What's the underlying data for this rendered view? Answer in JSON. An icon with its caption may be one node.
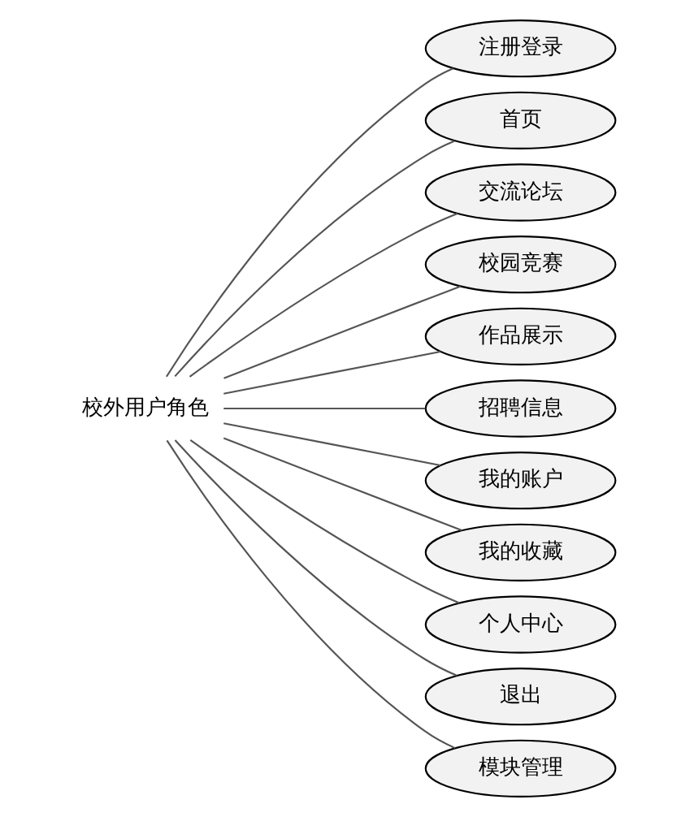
{
  "diagram": {
    "nodes": [
      {
        "text": [
          "校外用户角色"
        ]
      },
      {
        "text": [
          "注册登录"
        ]
      },
      {
        "text": [
          "首页"
        ]
      },
      {
        "text": [
          "交流论坛"
        ]
      },
      {
        "text": [
          "校园竞赛"
        ]
      },
      {
        "text": [
          "作品展示"
        ]
      },
      {
        "text": [
          "招聘信息"
        ]
      },
      {
        "text": [
          "我的账户"
        ]
      },
      {
        "text": [
          "我的收藏"
        ]
      },
      {
        "text": [
          "个人中心"
        ]
      },
      {
        "text": [
          "退出"
        ]
      },
      {
        "text": [
          "模块管理"
        ]
      }
    ],
    "edges": [
      {
        "from": 0,
        "to": 1,
        "arrow": "none"
      },
      {
        "from": 0,
        "to": 2,
        "arrow": "none"
      },
      {
        "from": 0,
        "to": 3,
        "arrow": "none"
      },
      {
        "from": 0,
        "to": 4,
        "arrow": "none"
      },
      {
        "from": 0,
        "to": 5,
        "arrow": "none"
      },
      {
        "from": 0,
        "to": 6,
        "arrow": "none"
      },
      {
        "from": 0,
        "to": 7,
        "arrow": "none"
      },
      {
        "from": 0,
        "to": 8,
        "arrow": "none"
      },
      {
        "from": 0,
        "to": 9,
        "arrow": "none"
      },
      {
        "from": 0,
        "to": 10,
        "arrow": "none"
      },
      {
        "from": 0,
        "to": 11,
        "arrow": "none"
      }
    ]
  }
}
